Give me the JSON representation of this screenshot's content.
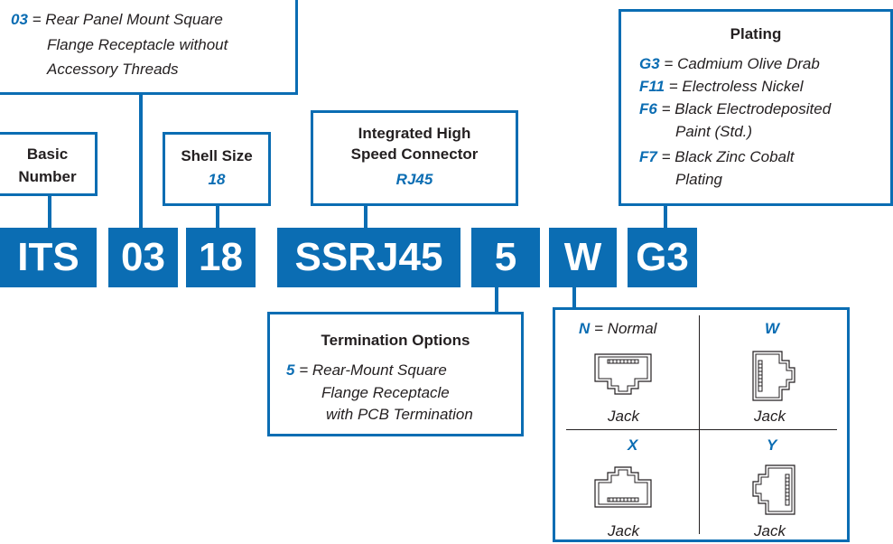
{
  "codes": {
    "basic": "ITS",
    "style": "03",
    "shell": "18",
    "connector": "SSRJ45",
    "termination": "5",
    "orientation": "W",
    "plating": "G3"
  },
  "style_box": {
    "code": "03",
    "line1": "= Rear Panel Mount Square",
    "line2": "Flange Receptacle without",
    "line3": "Accessory Threads"
  },
  "basic_box": {
    "line1": "Basic",
    "line2": "Number"
  },
  "shell_box": {
    "title": "Shell Size",
    "value": "18"
  },
  "connector_box": {
    "line1": "Integrated High",
    "line2": "Speed Connector",
    "value": "RJ45"
  },
  "plating_box": {
    "title": "Plating",
    "items": [
      {
        "code": "G3",
        "text": "= Cadmium Olive Drab",
        "cont": ""
      },
      {
        "code": "F11",
        "text": "= Electroless Nickel",
        "cont": ""
      },
      {
        "code": "F6",
        "text": "= Black Electrodeposited",
        "cont": "Paint (Std.)"
      },
      {
        "code": "F7",
        "text": "= Black Zinc Cobalt",
        "cont": "Plating"
      }
    ]
  },
  "termination_box": {
    "title": "Termination Options",
    "code": "5",
    "line1": "= Rear-Mount Square",
    "line2": "Flange Receptacle",
    "line3": "with PCB Termination"
  },
  "orientation_box": {
    "cells": [
      {
        "code": "N",
        "suffix": "= Normal",
        "caption": "Jack"
      },
      {
        "code": "W",
        "suffix": "",
        "caption": "Jack"
      },
      {
        "code": "X",
        "suffix": "",
        "caption": "Jack"
      },
      {
        "code": "Y",
        "suffix": "",
        "caption": "Jack"
      }
    ]
  },
  "colors": {
    "accent": "#0b6db3",
    "text": "#231f20"
  }
}
